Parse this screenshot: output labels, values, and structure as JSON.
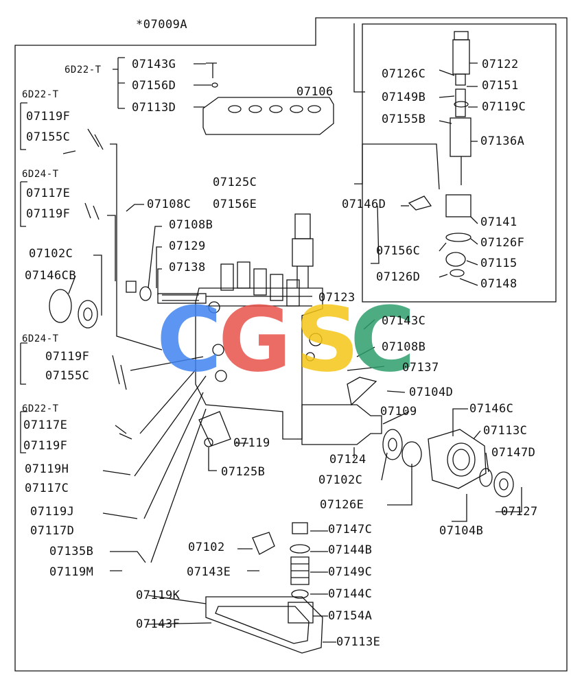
{
  "assembly_label": "*07009A",
  "watermark": "CGSC",
  "watermark_colors": {
    "C1": "#3f83f0",
    "G": "#e8514a",
    "S": "#f5c518",
    "C2": "#2e9e6b"
  },
  "line_color": "#111111",
  "groups": {
    "g1": "6D22-T",
    "g2": "6D22-T",
    "g3": "6D24-T",
    "g4": "6D24-T",
    "g5": "6D22-T"
  },
  "parts": {
    "p07143G": "07143G",
    "p07156D": "07156D",
    "p07113D": "07113D",
    "p07119F_a": "07119F",
    "p07155C_a": "07155C",
    "p07117E_a": "07117E",
    "p07119F_b": "07119F",
    "p07125C": "07125C",
    "p07108C": "07108C",
    "p07156E": "07156E",
    "p07108B_a": "07108B",
    "p07129": "07129",
    "p07102C_a": "07102C",
    "p07138": "07138",
    "p07146CB": "07146CB",
    "p07106": "07106",
    "p07122": "07122",
    "p07126C": "07126C",
    "p07151": "07151",
    "p07149B": "07149B",
    "p07119C": "07119C",
    "p07155B": "07155B",
    "p07136A": "07136A",
    "p07146D": "07146D",
    "p07141": "07141",
    "p07156C": "07156C",
    "p07126F": "07126F",
    "p07115": "07115",
    "p07126D": "07126D",
    "p07148": "07148",
    "p07123": "07123",
    "p07143C": "07143C",
    "p07108B_b": "07108B",
    "p07137": "07137",
    "p07104D": "07104D",
    "p07119F_c": "07119F",
    "p07155C_b": "07155C",
    "p07117E_b": "07117E",
    "p07119F_d": "07119F",
    "p07109": "07109",
    "p07146C": "07146C",
    "p07113C": "07113C",
    "p07119": "07119",
    "p07124": "07124",
    "p07147D": "07147D",
    "p07125B": "07125B",
    "p07102C_b": "07102C",
    "p07119H": "07119H",
    "p07117C": "07117C",
    "p07126E": "07126E",
    "p07127": "07127",
    "p07104B": "07104B",
    "p07119J": "07119J",
    "p07117D": "07117D",
    "p07147C": "07147C",
    "p07102": "07102",
    "p07144B": "07144B",
    "p07135B": "07135B",
    "p07119M": "07119M",
    "p07143E": "07143E",
    "p07149C": "07149C",
    "p07119K": "07119K",
    "p07144C": "07144C",
    "p07154A": "07154A",
    "p07143F": "07143F",
    "p07113E": "07113E"
  }
}
